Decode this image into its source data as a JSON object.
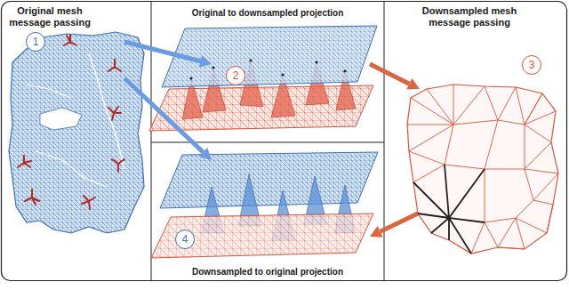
{
  "diagram": {
    "nodes": [
      {
        "text": [
          "Original mesh message passing"
        ]
      },
      {
        "text": [
          "1"
        ],
        "in": 0
      },
      {
        "text": [
          "Original to downsampled projection"
        ]
      },
      {
        "text": [
          "2"
        ],
        "in": 2
      },
      {
        "text": [
          "Downsampled to original projection"
        ]
      },
      {
        "text": [
          "4"
        ],
        "in": 4
      },
      {
        "text": [
          "Downsampled mesh message passing"
        ]
      },
      {
        "text": [
          "3"
        ],
        "in": 6
      }
    ],
    "edges": [
      {
        "from": 0,
        "to": 2,
        "arrow": "to"
      },
      {
        "from": 0,
        "to": 4,
        "arrow": "to"
      },
      {
        "from": 2,
        "to": 6,
        "arrow": "to"
      },
      {
        "from": 6,
        "to": 4,
        "arrow": "to"
      }
    ]
  }
}
